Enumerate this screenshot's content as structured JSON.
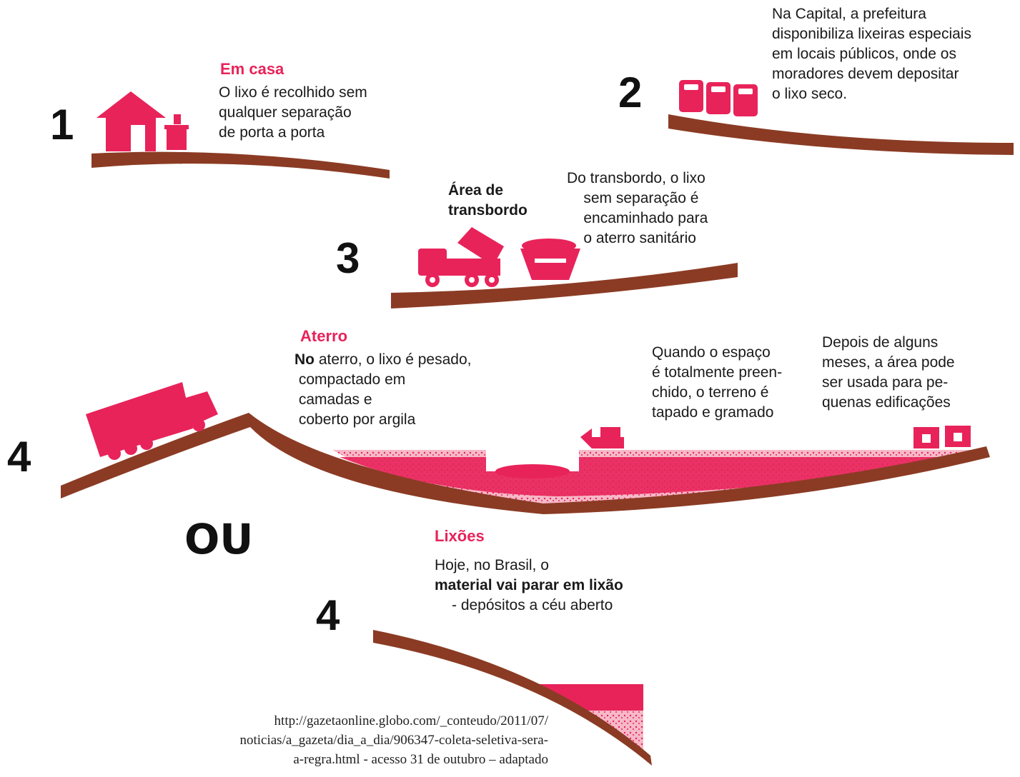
{
  "colors": {
    "accent": "#e8235a",
    "ground": "#8b3b24",
    "text": "#1a1a1a"
  },
  "step1": {
    "number": "1",
    "title": "Em casa",
    "text": "O lixo é recolhido sem\nqualquer separação\nde porta a porta"
  },
  "step2": {
    "number": "2",
    "text": "Na Capital, a prefeitura\ndisponibiliza lixeiras especiais\nem locais públicos, onde os\nmoradores devem depositar\no lixo seco."
  },
  "step3": {
    "number": "3",
    "title": "Área de\ntransbordo",
    "text": "Do transbordo, o lixo\n    sem separação é\n    encaminhado para\n    o aterro sanitário"
  },
  "step4a": {
    "number": "4",
    "title": "Aterro",
    "text_bold": "No",
    "text_rest": " aterro, o lixo é pesado,\n compactado em\n camadas e\n coberto por argila",
    "text_mid": "Quando o espaço\né totalmente preen-\nchido, o terreno é\ntapado e gramado",
    "text_right": "Depois de alguns\nmeses, a área pode\nser usada para pe-\nquenas edificações"
  },
  "divider": "OU",
  "step4b": {
    "number": "4",
    "title": "Lixões",
    "line1": "Hoje, no Brasil, o",
    "line2": "material vai parar em lixão",
    "line3": "- depósitos a céu aberto"
  },
  "source": "http://gazetaonline.globo.com/_conteudo/2011/07/\nnoticias/a_gazeta/dia_a_dia/906347-coleta-seletiva-sera-\na-regra.html - acesso 31 de outubro – adaptado"
}
